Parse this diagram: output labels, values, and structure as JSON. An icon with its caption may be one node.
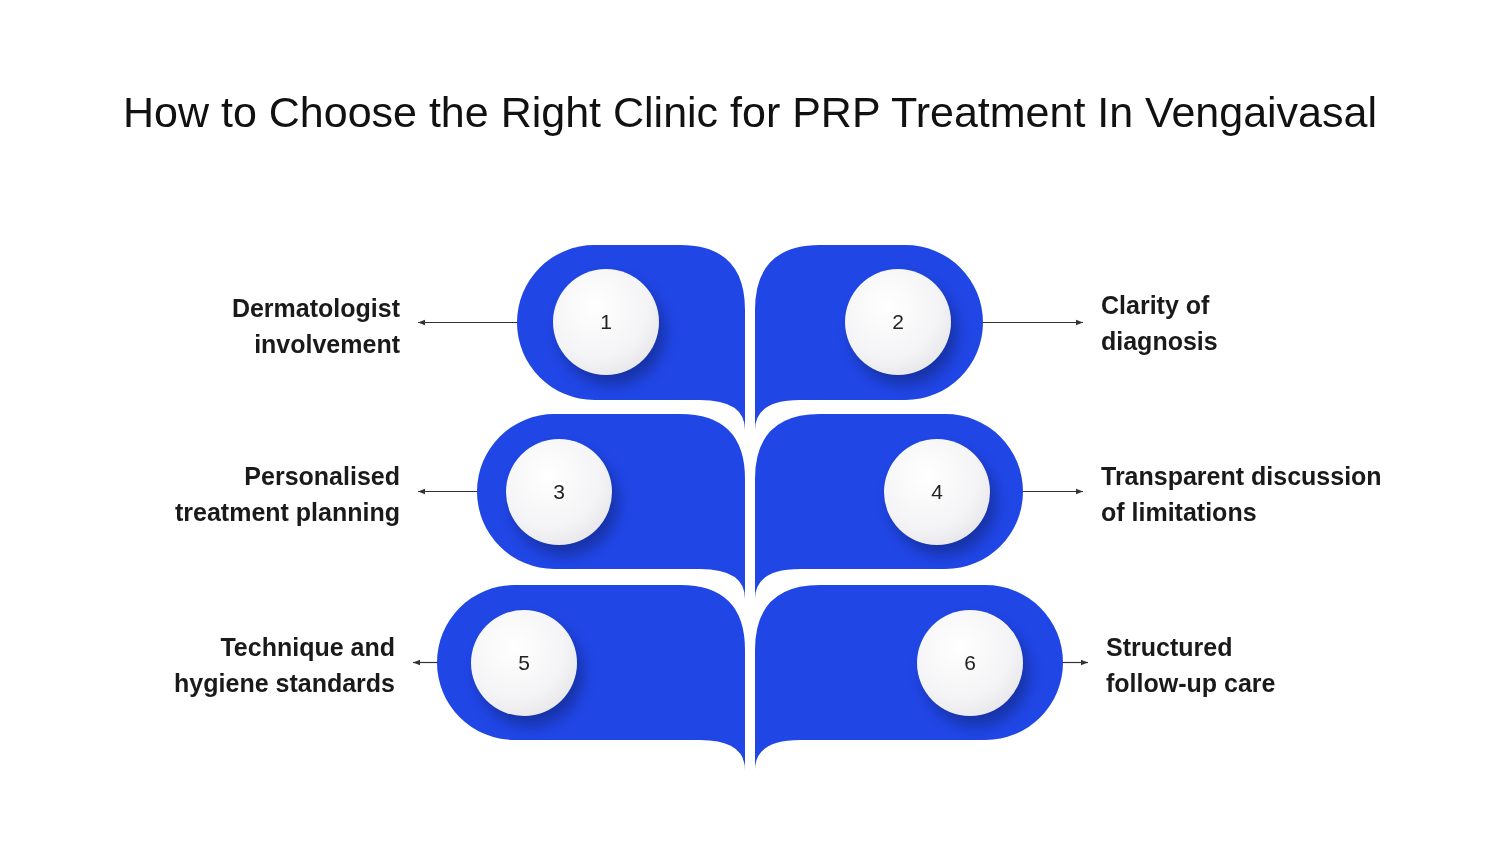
{
  "diagram": {
    "title": "How to Choose the Right Clinic for PRP Treatment In Vengaivasal",
    "nodes": [
      {
        "text": [
          "Dermatologist involvement"
        ]
      },
      {
        "text": [],
        "shape": "leaf"
      },
      {
        "text": [
          "1"
        ],
        "in": 1
      },
      {
        "text": [],
        "shape": "leaf"
      },
      {
        "text": [
          "2"
        ],
        "in": 3
      },
      {
        "text": [
          "Clarity of diagnosis"
        ]
      },
      {
        "text": [
          "Personalised treatment planning"
        ]
      },
      {
        "text": [],
        "shape": "leaf"
      },
      {
        "text": [
          "3"
        ],
        "in": 7
      },
      {
        "text": [],
        "shape": "leaf"
      },
      {
        "text": [
          "4"
        ],
        "in": 9
      },
      {
        "text": [
          "Transparent discussion of limitations"
        ]
      },
      {
        "text": [
          "Technique and hygiene standards"
        ]
      },
      {
        "text": [],
        "shape": "leaf"
      },
      {
        "text": [
          "5"
        ],
        "in": 13
      },
      {
        "text": [],
        "shape": "leaf"
      },
      {
        "text": [
          "6"
        ],
        "in": 15
      },
      {
        "text": [
          "Structured follow-up care"
        ]
      }
    ],
    "edges": [
      {
        "from": 1,
        "to": 0,
        "arrow": "to"
      },
      {
        "from": 3,
        "to": 5,
        "arrow": "to"
      },
      {
        "from": 7,
        "to": 6,
        "arrow": "to"
      },
      {
        "from": 9,
        "to": 11,
        "arrow": "to"
      },
      {
        "from": 13,
        "to": 12,
        "arrow": "to"
      },
      {
        "from": 15,
        "to": 17,
        "arrow": "to"
      }
    ]
  }
}
